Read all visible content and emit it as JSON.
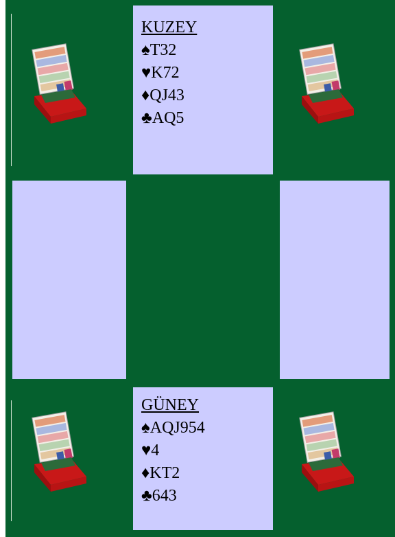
{
  "colors": {
    "felt": "#05602e",
    "hand_panel": "#ccccff",
    "board_red": "#d81c1c"
  },
  "north": {
    "title": "KUZEY",
    "lines": [
      {
        "suit": "♠",
        "cards": "T32"
      },
      {
        "suit": "♥",
        "cards": "K72"
      },
      {
        "suit": "♦",
        "cards": "QJ43"
      },
      {
        "suit": "♣",
        "cards": "AQ5"
      }
    ]
  },
  "south": {
    "title": "GÜNEY",
    "lines": [
      {
        "suit": "♠",
        "cards": "AQJ954"
      },
      {
        "suit": "♥",
        "cards": "4"
      },
      {
        "suit": "♦",
        "cards": "KT2"
      },
      {
        "suit": "♣",
        "cards": "643"
      }
    ]
  },
  "icons": {
    "board": "bridge-board-icon"
  }
}
